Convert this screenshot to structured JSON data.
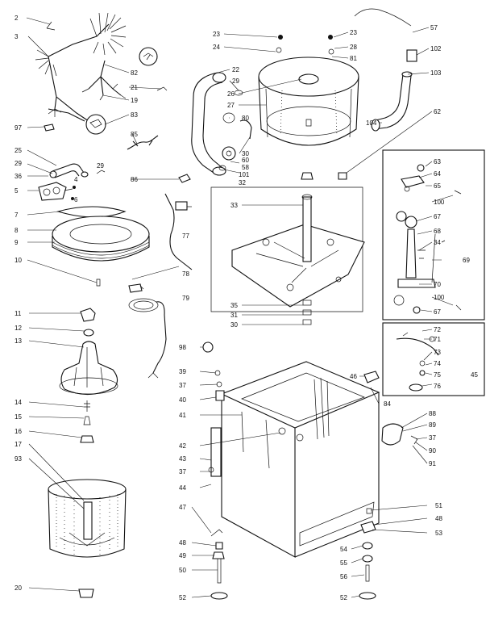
{
  "labels": [
    {
      "id": "2",
      "text": "2"
    },
    {
      "id": "3",
      "text": "3"
    },
    {
      "id": "97",
      "text": "97"
    },
    {
      "id": "25",
      "text": "25"
    },
    {
      "id": "29a",
      "text": "29"
    },
    {
      "id": "29b",
      "text": "29"
    },
    {
      "id": "36",
      "text": "36"
    },
    {
      "id": "4a",
      "text": "4"
    },
    {
      "id": "5",
      "text": "5"
    },
    {
      "id": "6",
      "text": "6"
    },
    {
      "id": "7",
      "text": "7"
    },
    {
      "id": "8",
      "text": "8"
    },
    {
      "id": "9",
      "text": "9"
    },
    {
      "id": "10",
      "text": "10"
    },
    {
      "id": "11",
      "text": "11"
    },
    {
      "id": "12",
      "text": "12"
    },
    {
      "id": "13",
      "text": "13"
    },
    {
      "id": "14",
      "text": "14"
    },
    {
      "id": "15",
      "text": "15"
    },
    {
      "id": "16",
      "text": "16"
    },
    {
      "id": "17",
      "text": "17"
    },
    {
      "id": "93",
      "text": "93"
    },
    {
      "id": "20",
      "text": "20"
    },
    {
      "id": "82",
      "text": "82"
    },
    {
      "id": "21",
      "text": "21"
    },
    {
      "id": "19",
      "text": "19"
    },
    {
      "id": "83",
      "text": "83"
    },
    {
      "id": "85",
      "text": "85"
    },
    {
      "id": "86",
      "text": "86"
    },
    {
      "id": "77",
      "text": "77"
    },
    {
      "id": "78",
      "text": "78"
    },
    {
      "id": "79",
      "text": "79"
    },
    {
      "id": "22",
      "text": "22"
    },
    {
      "id": "29c",
      "text": "29"
    },
    {
      "id": "80",
      "text": "80"
    },
    {
      "id": "30a",
      "text": "30"
    },
    {
      "id": "60",
      "text": "60"
    },
    {
      "id": "58",
      "text": "58"
    },
    {
      "id": "101",
      "text": "101"
    },
    {
      "id": "32",
      "text": "32"
    },
    {
      "id": "33",
      "text": "33"
    },
    {
      "id": "23a",
      "text": "23"
    },
    {
      "id": "24",
      "text": "24"
    },
    {
      "id": "26",
      "text": "26"
    },
    {
      "id": "27",
      "text": "27"
    },
    {
      "id": "23b",
      "text": "23"
    },
    {
      "id": "28",
      "text": "28"
    },
    {
      "id": "81",
      "text": "81"
    },
    {
      "id": "57",
      "text": "57"
    },
    {
      "id": "102",
      "text": "102"
    },
    {
      "id": "103",
      "text": "103"
    },
    {
      "id": "104",
      "text": "104"
    },
    {
      "id": "62",
      "text": "62"
    },
    {
      "id": "63",
      "text": "63"
    },
    {
      "id": "64",
      "text": "64"
    },
    {
      "id": "65",
      "text": "65"
    },
    {
      "id": "100a",
      "text": "100"
    },
    {
      "id": "67a",
      "text": "67"
    },
    {
      "id": "68",
      "text": "68"
    },
    {
      "id": "34",
      "text": "34"
    },
    {
      "id": "69",
      "text": "69"
    },
    {
      "id": "70",
      "text": "70"
    },
    {
      "id": "100b",
      "text": "100"
    },
    {
      "id": "67b",
      "text": "67"
    },
    {
      "id": "35",
      "text": "35"
    },
    {
      "id": "31",
      "text": "31"
    },
    {
      "id": "30b",
      "text": "30"
    },
    {
      "id": "72",
      "text": "72"
    },
    {
      "id": "71",
      "text": "71"
    },
    {
      "id": "73",
      "text": "73"
    },
    {
      "id": "74",
      "text": "74"
    },
    {
      "id": "75",
      "text": "75"
    },
    {
      "id": "45",
      "text": "45"
    },
    {
      "id": "76",
      "text": "76"
    },
    {
      "id": "98",
      "text": "98"
    },
    {
      "id": "39",
      "text": "39"
    },
    {
      "id": "37a",
      "text": "37"
    },
    {
      "id": "40",
      "text": "40"
    },
    {
      "id": "46",
      "text": "46"
    },
    {
      "id": "84",
      "text": "84"
    },
    {
      "id": "41",
      "text": "41"
    },
    {
      "id": "88",
      "text": "88"
    },
    {
      "id": "89",
      "text": "89"
    },
    {
      "id": "37b",
      "text": "37"
    },
    {
      "id": "90",
      "text": "90"
    },
    {
      "id": "42",
      "text": "42"
    },
    {
      "id": "91",
      "text": "91"
    },
    {
      "id": "43",
      "text": "43"
    },
    {
      "id": "37c",
      "text": "37"
    },
    {
      "id": "44",
      "text": "44"
    },
    {
      "id": "51",
      "text": "51"
    },
    {
      "id": "48a",
      "text": "48"
    },
    {
      "id": "53",
      "text": "53"
    },
    {
      "id": "47",
      "text": "47"
    },
    {
      "id": "48b",
      "text": "48"
    },
    {
      "id": "49",
      "text": "49"
    },
    {
      "id": "54",
      "text": "54"
    },
    {
      "id": "55",
      "text": "55"
    },
    {
      "id": "50",
      "text": "50"
    },
    {
      "id": "56",
      "text": "56"
    },
    {
      "id": "52a",
      "text": "52"
    },
    {
      "id": "52b",
      "text": "52"
    }
  ]
}
